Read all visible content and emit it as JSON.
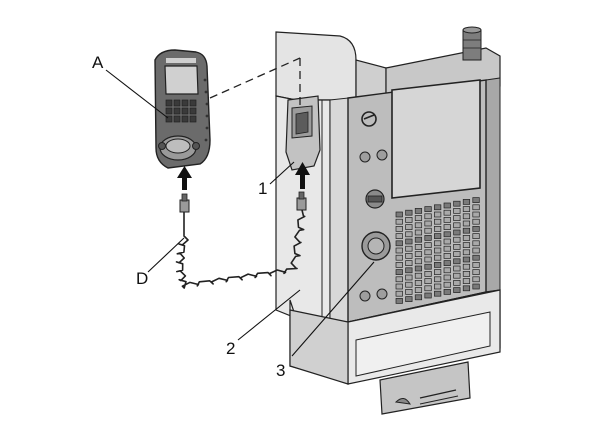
{
  "callouts": {
    "pendant": "A",
    "cable": "D",
    "bracket": "1",
    "side_panel": "2",
    "front_panel": "3"
  },
  "colors": {
    "cabinet_light": "#e6e6e6",
    "cabinet_mid": "#c9c9c9",
    "cabinet_dark": "#9a9a9a",
    "panel_face": "#b8b8b8",
    "screen": "#d4d4d4",
    "outline": "#222222",
    "arrow": "#111111"
  },
  "icons": {
    "pendant": "handwheel-pendant-icon",
    "control": "cnc-control-cabinet-icon",
    "connector": "cable-connector-icon"
  }
}
